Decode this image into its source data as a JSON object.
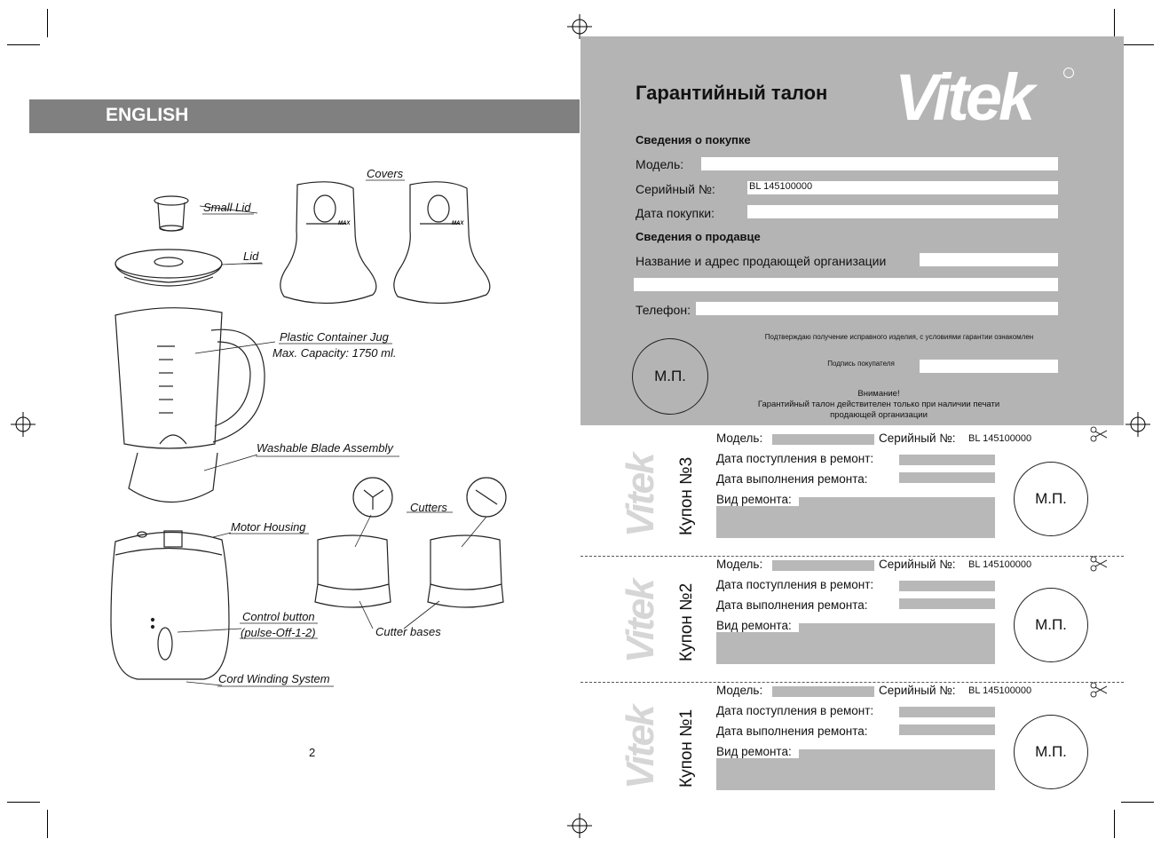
{
  "left_page": {
    "section_title": "ENGLISH",
    "page_number": "2",
    "labels": {
      "covers": "Covers",
      "small_lid": "Small Lid",
      "lid": "Lid",
      "jug_1": "Plastic Container Jug",
      "jug_2": "Max. Capacity: 1750 ml.",
      "blade": "Washable Blade Assembly",
      "cutters": "Cutters",
      "motor": "Motor Housing",
      "control_1": "Control button",
      "control_2": "(pulse-Off-1-2)",
      "cutter_bases": "Cutter bases",
      "cord": "Cord Winding System",
      "max_mark": "MAX"
    }
  },
  "warranty": {
    "title": "Гарантийный талон",
    "brand": "Vitek",
    "purchase_section": "Сведения о покупке",
    "model_label": "Модель:",
    "serial_label": "Серийный №:",
    "serial_value": "BL 145100000",
    "date_label": "Дата покупки:",
    "seller_section": "Сведения о продавце",
    "seller_name_label": "Название и адрес продающей организации",
    "phone_label": "Телефон:",
    "confirm_text": "Подтверждаю получение исправного изделия, с условиями гарантии ознакомлен",
    "signature_label": "Подпись покупателя",
    "stamp": "М.П.",
    "notice_title": "Внимание!",
    "notice_line1": "Гарантийный талон действителен только при наличии печати",
    "notice_line2": "продающей организации"
  },
  "coupons": [
    {
      "title": "Купон №3",
      "model_label": "Модель:",
      "serial_label": "Серийный №:",
      "serial_value": "BL 145100000",
      "received_label": "Дата поступления в ремонт:",
      "completed_label": "Дата выполнения ремонта:",
      "repair_type_label": "Вид ремонта:",
      "stamp": "М.П.",
      "brand": "Vitek"
    },
    {
      "title": "Купон №2",
      "model_label": "Модель:",
      "serial_label": "Серийный №:",
      "serial_value": "BL 145100000",
      "received_label": "Дата поступления в ремонт:",
      "completed_label": "Дата выполнения ремонта:",
      "repair_type_label": "Вид ремонта:",
      "stamp": "М.П.",
      "brand": "Vitek"
    },
    {
      "title": "Купон №1",
      "model_label": "Модель:",
      "serial_label": "Серийный №:",
      "serial_value": "BL 145100000",
      "received_label": "Дата поступления в ремонт:",
      "completed_label": "Дата выполнения ремонта:",
      "repair_type_label": "Вид ремонта:",
      "stamp": "М.П.",
      "brand": "Vitek"
    }
  ],
  "colors": {
    "banner": "#808080",
    "warranty_bg": "#b4b4b4",
    "field_gray": "#b8b8b8"
  },
  "icons": [
    "registration-mark-icon",
    "scissors-icon"
  ]
}
